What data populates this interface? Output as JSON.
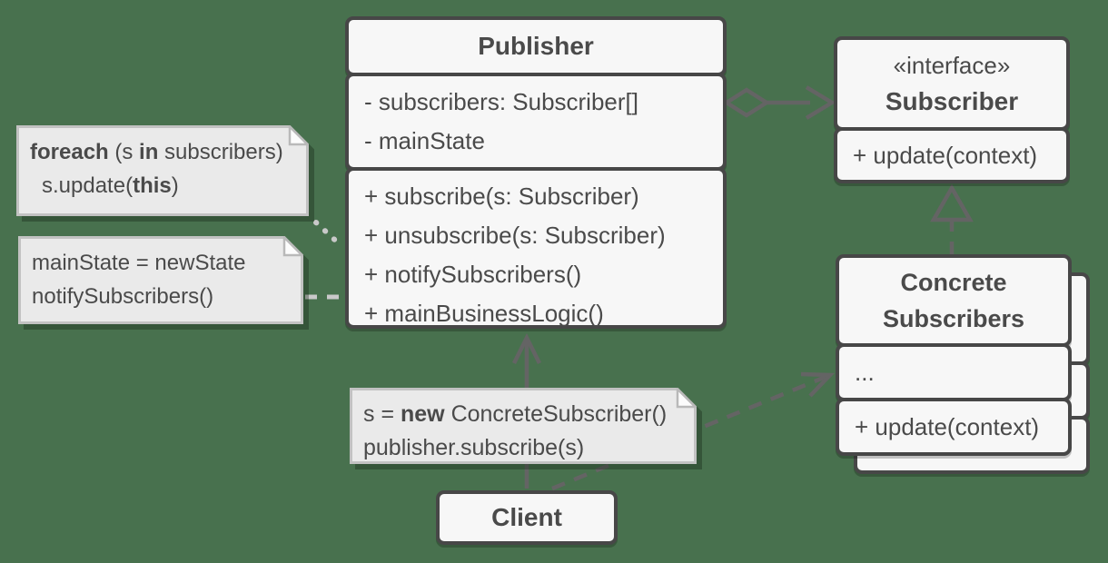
{
  "diagram": {
    "background_color": "#48714E",
    "colors": {
      "box_fill": "#f7f7f7",
      "box_border": "#474747",
      "note_fill": "#eaeaea",
      "note_border": "#c2c2c2",
      "arrow": "#646464",
      "note_connector": "#c9c9c9",
      "text": "#4a4a4a"
    },
    "publisher": {
      "title": "Publisher",
      "attributes": [
        "- subscribers: Subscriber[]",
        "- mainState"
      ],
      "methods": [
        "+ subscribe(s: Subscriber)",
        "+ unsubscribe(s: Subscriber)",
        "+ notifySubscribers()",
        "+ mainBusinessLogic()"
      ]
    },
    "subscriber": {
      "stereotype": "«interface»",
      "title": "Subscriber",
      "methods": [
        "+ update(context)"
      ]
    },
    "concrete_subscribers": {
      "title_line1": "Concrete",
      "title_line2": "Subscribers",
      "ellipsis": "...",
      "methods": [
        "+ update(context)"
      ]
    },
    "client": {
      "title": "Client"
    },
    "notes": {
      "foreach": {
        "line1": [
          "foreach",
          " (s ",
          "in",
          " subscribers)"
        ],
        "line2": [
          "s.update(",
          "this",
          ")"
        ]
      },
      "mainstate": {
        "line1": "mainState = newState",
        "line2": "notifySubscribers()"
      },
      "construct": {
        "line1": [
          "s = ",
          "new",
          " ConcreteSubscriber()"
        ],
        "line2": "publisher.subscribe(s)"
      }
    }
  }
}
